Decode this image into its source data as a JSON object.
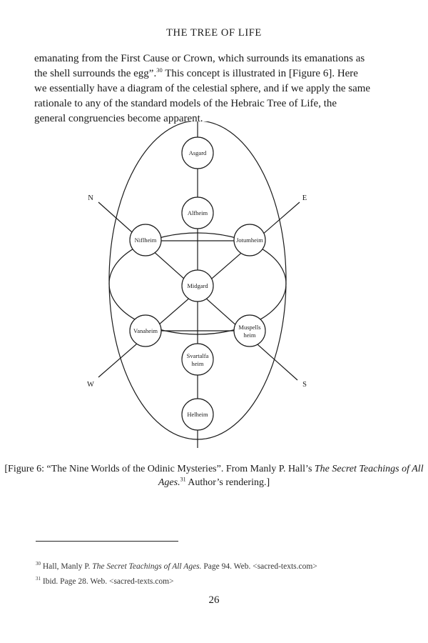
{
  "running_head": "THE TREE OF LIFE",
  "body": {
    "line1": "emanating from the First Cause or Crown, which surrounds its emanations as",
    "line2_a": "the shell surrounds the egg”.",
    "line2_fn": "30",
    "line2_b": " This concept is illustrated in [Figure 6]. Here",
    "line3": "we essentially have a diagram of the celestial sphere, and if we apply the same",
    "line4": "rationale to any of the standard models of the Hebraic Tree of Life, the",
    "line5": "general congruencies become apparent."
  },
  "figure": {
    "directions": {
      "n": "N",
      "e": "E",
      "w": "W",
      "s": "S"
    },
    "worlds": {
      "asgard": "Asgard",
      "alfheim": "Alfheim",
      "niflheim": "Niflheim",
      "jotumheim": "Jotumheim",
      "midgard": "Midgard",
      "vanaheim": "Vanaheim",
      "muspellsheim_1": "Muspells",
      "muspellsheim_2": "heim",
      "svartalfaheim_1": "Svartalfa",
      "svartalfaheim_2": "heim",
      "helheim": "Helheim"
    }
  },
  "caption": {
    "part1": "[Figure 6: “The Nine Worlds of the Odinic Mysteries”. From Manly P. Hall’s ",
    "title_italic": "The Secret Teachings of All Ages.",
    "fn": "31",
    "part2": " Author’s rendering.]"
  },
  "footnotes": [
    {
      "num": "30",
      "pre": "Hall, Manly P. ",
      "italic": "The Secret Teachings of All Ages.",
      "post": " Page 94. Web. <sacred-texts.com>"
    },
    {
      "num": "31",
      "pre": "Ibid. Page 28. Web. <sacred-texts.com>",
      "italic": "",
      "post": ""
    }
  ],
  "page_number": "26"
}
